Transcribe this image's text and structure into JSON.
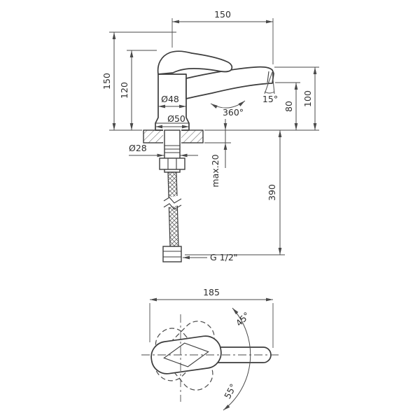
{
  "colors": {
    "background": "#ffffff",
    "outline": "#3d3d3d",
    "dimension": "#4a4a4a",
    "text": "#2e2e2e"
  },
  "side_view": {
    "spout_reach": "150",
    "total_height": "150",
    "body_height": "120",
    "body_diameter": "Ø48",
    "base_diameter": "Ø50",
    "swivel": "360°",
    "spout_angle": "15°",
    "outlet_height": "80",
    "spout_height": "100",
    "shank_diameter": "Ø28",
    "deck_thickness": "max.20",
    "hose_length": "390",
    "thread": "G 1/2\""
  },
  "top_view": {
    "length": "185",
    "swing_up": "45°",
    "swing_down": "55°"
  }
}
